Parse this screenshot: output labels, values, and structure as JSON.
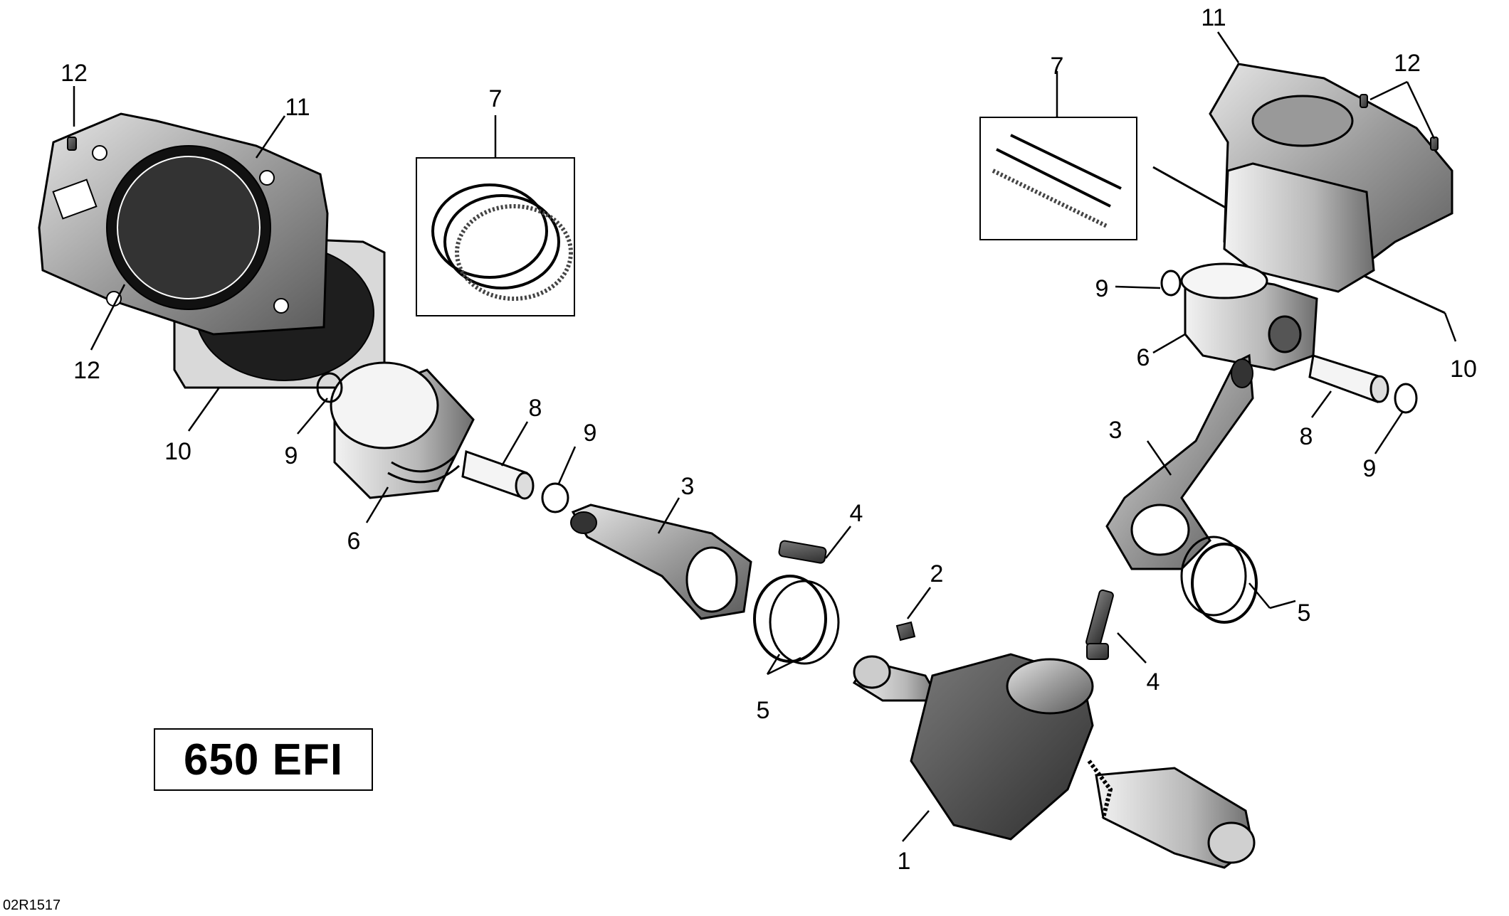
{
  "model_label": "650 EFI",
  "reference_code": "02R1517",
  "callouts": [
    {
      "id": "c-12-a",
      "text": "12"
    },
    {
      "id": "c-11-a",
      "text": "11"
    },
    {
      "id": "c-12-b",
      "text": "12"
    },
    {
      "id": "c-10-a",
      "text": "10"
    },
    {
      "id": "c-9-a",
      "text": "9"
    },
    {
      "id": "c-7-a",
      "text": "7"
    },
    {
      "id": "c-6-a",
      "text": "6"
    },
    {
      "id": "c-8-a",
      "text": "8"
    },
    {
      "id": "c-9-b",
      "text": "9"
    },
    {
      "id": "c-3-a",
      "text": "3"
    },
    {
      "id": "c-4-a",
      "text": "4"
    },
    {
      "id": "c-5-a",
      "text": "5"
    },
    {
      "id": "c-2",
      "text": "2"
    },
    {
      "id": "c-1",
      "text": "1"
    },
    {
      "id": "c-11-b",
      "text": "11"
    },
    {
      "id": "c-12-c",
      "text": "12"
    },
    {
      "id": "c-7-b",
      "text": "7"
    },
    {
      "id": "c-9-c",
      "text": "9"
    },
    {
      "id": "c-6-b",
      "text": "6"
    },
    {
      "id": "c-10-b",
      "text": "10"
    },
    {
      "id": "c-3-b",
      "text": "3"
    },
    {
      "id": "c-8-b",
      "text": "8"
    },
    {
      "id": "c-9-d",
      "text": "9"
    },
    {
      "id": "c-5-b",
      "text": "5"
    },
    {
      "id": "c-4-b",
      "text": "4"
    }
  ]
}
